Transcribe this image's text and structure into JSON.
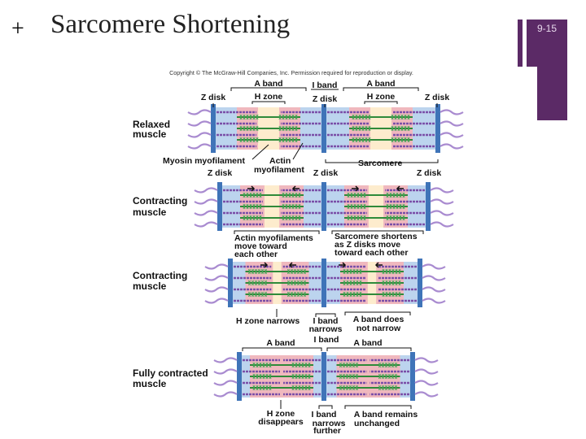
{
  "slide": {
    "title": "Sarcomere Shortening",
    "bullet": "+",
    "number": "9-15"
  },
  "diagram": {
    "copyright": "Copyright © The McGraw-Hill Companies, Inc. Permission required for reproduction or display.",
    "panels": [
      {
        "label": [
          "Relaxed",
          "muscle"
        ],
        "annotations": [
          {
            "id": "a-band-1",
            "text": "A band"
          },
          {
            "id": "i-band",
            "text": "I band"
          },
          {
            "id": "a-band-2",
            "text": "A band"
          },
          {
            "id": "z-disk-left",
            "text": "Z disk"
          },
          {
            "id": "h-zone-1",
            "text": "H zone"
          },
          {
            "id": "z-disk-mid",
            "text": "Z disk"
          },
          {
            "id": "h-zone-2",
            "text": "H zone"
          },
          {
            "id": "z-disk-right",
            "text": "Z disk"
          },
          {
            "id": "myosin",
            "text": "Myosin myofilament"
          },
          {
            "id": "actin-1",
            "text": "Actin"
          },
          {
            "id": "actin-2",
            "text": "myofilament"
          },
          {
            "id": "sarcomere",
            "text": "Sarcomere"
          }
        ]
      },
      {
        "label": [
          "Contracting",
          "muscle"
        ],
        "annotations": [
          {
            "id": "z-disk-left",
            "text": "Z disk"
          },
          {
            "id": "z-disk-mid",
            "text": "Z disk"
          },
          {
            "id": "z-disk-right",
            "text": "Z disk"
          },
          {
            "id": "actin-move-1",
            "text": "Actin myofilaments"
          },
          {
            "id": "actin-move-2",
            "text": "move toward"
          },
          {
            "id": "actin-move-3",
            "text": "each other"
          },
          {
            "id": "sarc-short-1",
            "text": "Sarcomere shortens"
          },
          {
            "id": "sarc-short-2",
            "text": "as Z disks move"
          },
          {
            "id": "sarc-short-3",
            "text": "toward each other"
          }
        ]
      },
      {
        "label": [
          "Contracting",
          "muscle"
        ],
        "annotations": [
          {
            "id": "h-narrows",
            "text": "H zone narrows"
          },
          {
            "id": "i-narrows-1",
            "text": "I band"
          },
          {
            "id": "i-narrows-2",
            "text": "narrows"
          },
          {
            "id": "a-not-1",
            "text": "A band does"
          },
          {
            "id": "a-not-2",
            "text": "not narrow"
          }
        ]
      },
      {
        "label": [
          "Fully contracted",
          "muscle"
        ],
        "annotations": [
          {
            "id": "a-band-1",
            "text": "A band"
          },
          {
            "id": "i-band",
            "text": "I band"
          },
          {
            "id": "a-band-2",
            "text": "A band"
          },
          {
            "id": "h-disappear-1",
            "text": "H zone"
          },
          {
            "id": "h-disappear-2",
            "text": "disappears"
          },
          {
            "id": "i-further-1",
            "text": "I band"
          },
          {
            "id": "i-further-2",
            "text": "narrows"
          },
          {
            "id": "i-further-3",
            "text": "further"
          },
          {
            "id": "a-remains-1",
            "text": "A band remains"
          },
          {
            "id": "a-remains-2",
            "text": "unchanged"
          }
        ]
      }
    ],
    "colors": {
      "z_disk": "#3f74b8",
      "i_band": "#bcd4ee",
      "a_band": "#f0b8be",
      "h_zone": "#fdeccd",
      "myosin": "#2f8a3a",
      "myosin_heads": "#4aa85a",
      "actin": "#7a4fa8",
      "actin_light": "#a98bd0"
    }
  }
}
